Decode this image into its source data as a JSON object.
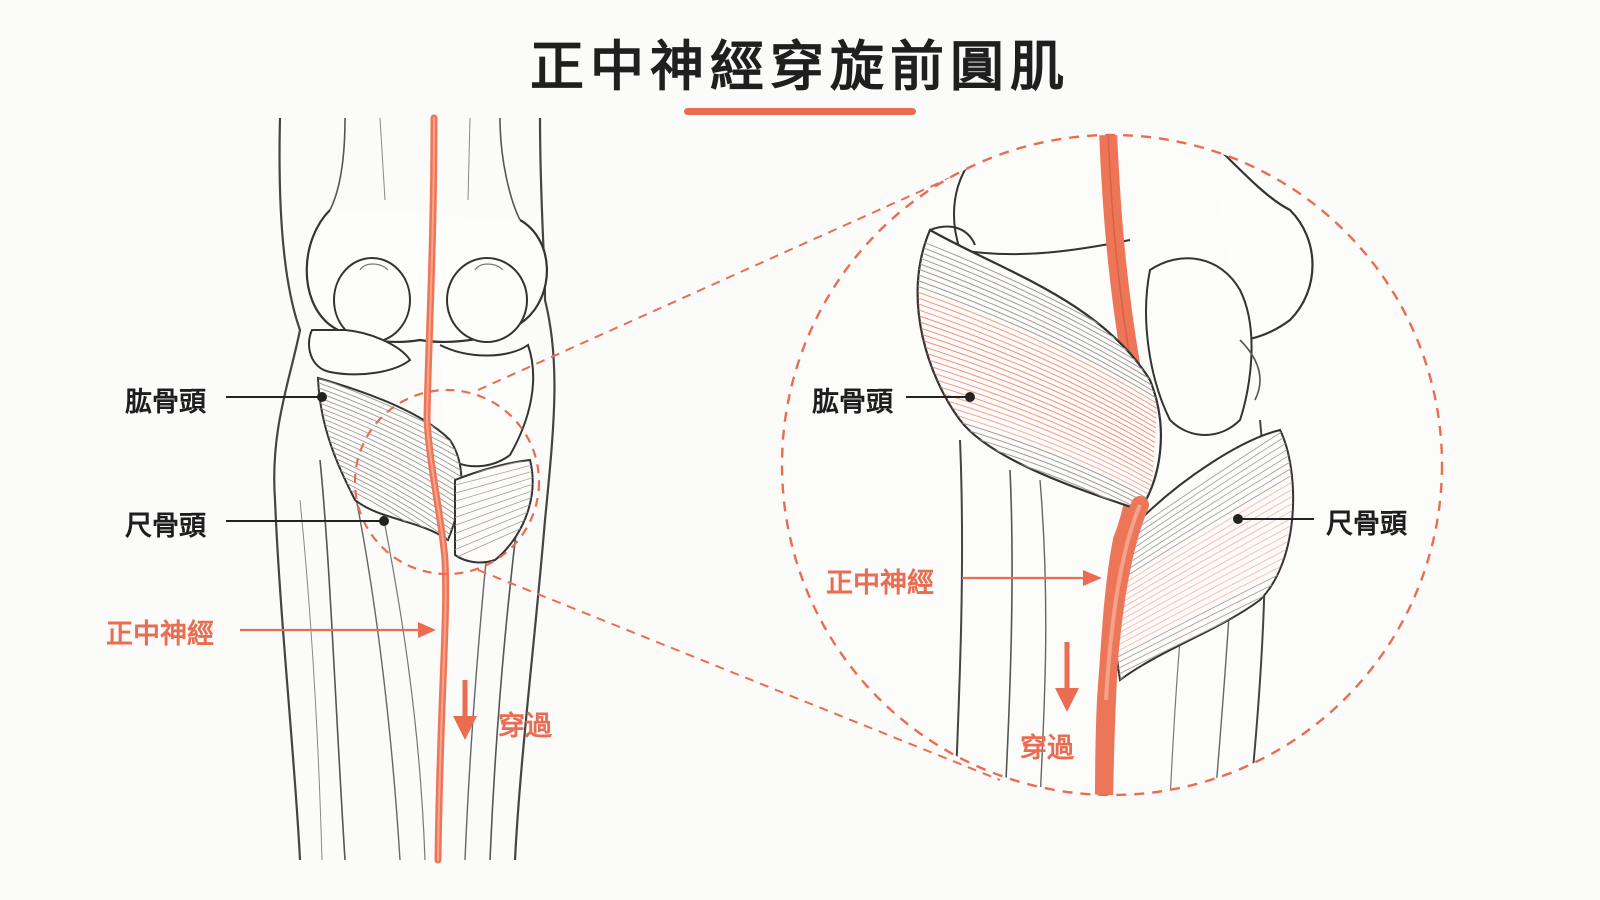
{
  "title": "正中神經穿旋前圓肌",
  "colors": {
    "accent": "#ea6d52",
    "nerve": "#ee7658",
    "line": "#2a2a2a",
    "sketch": "#444444",
    "background": "#fbfbfa"
  },
  "left_panel": {
    "humeral_head_label": "肱骨頭",
    "ulnar_head_label": "尺骨頭",
    "median_nerve_label": "正中神經",
    "pass_through_label": "穿過"
  },
  "right_panel": {
    "humeral_head_label": "肱骨頭",
    "ulnar_head_label": "尺骨頭",
    "median_nerve_label": "正中神經",
    "pass_through_label": "穿過"
  },
  "icons": {
    "arrow": "arrow-right-icon",
    "down_arrow": "arrow-down-icon",
    "zoom_circle": "magnify-circle-icon"
  }
}
